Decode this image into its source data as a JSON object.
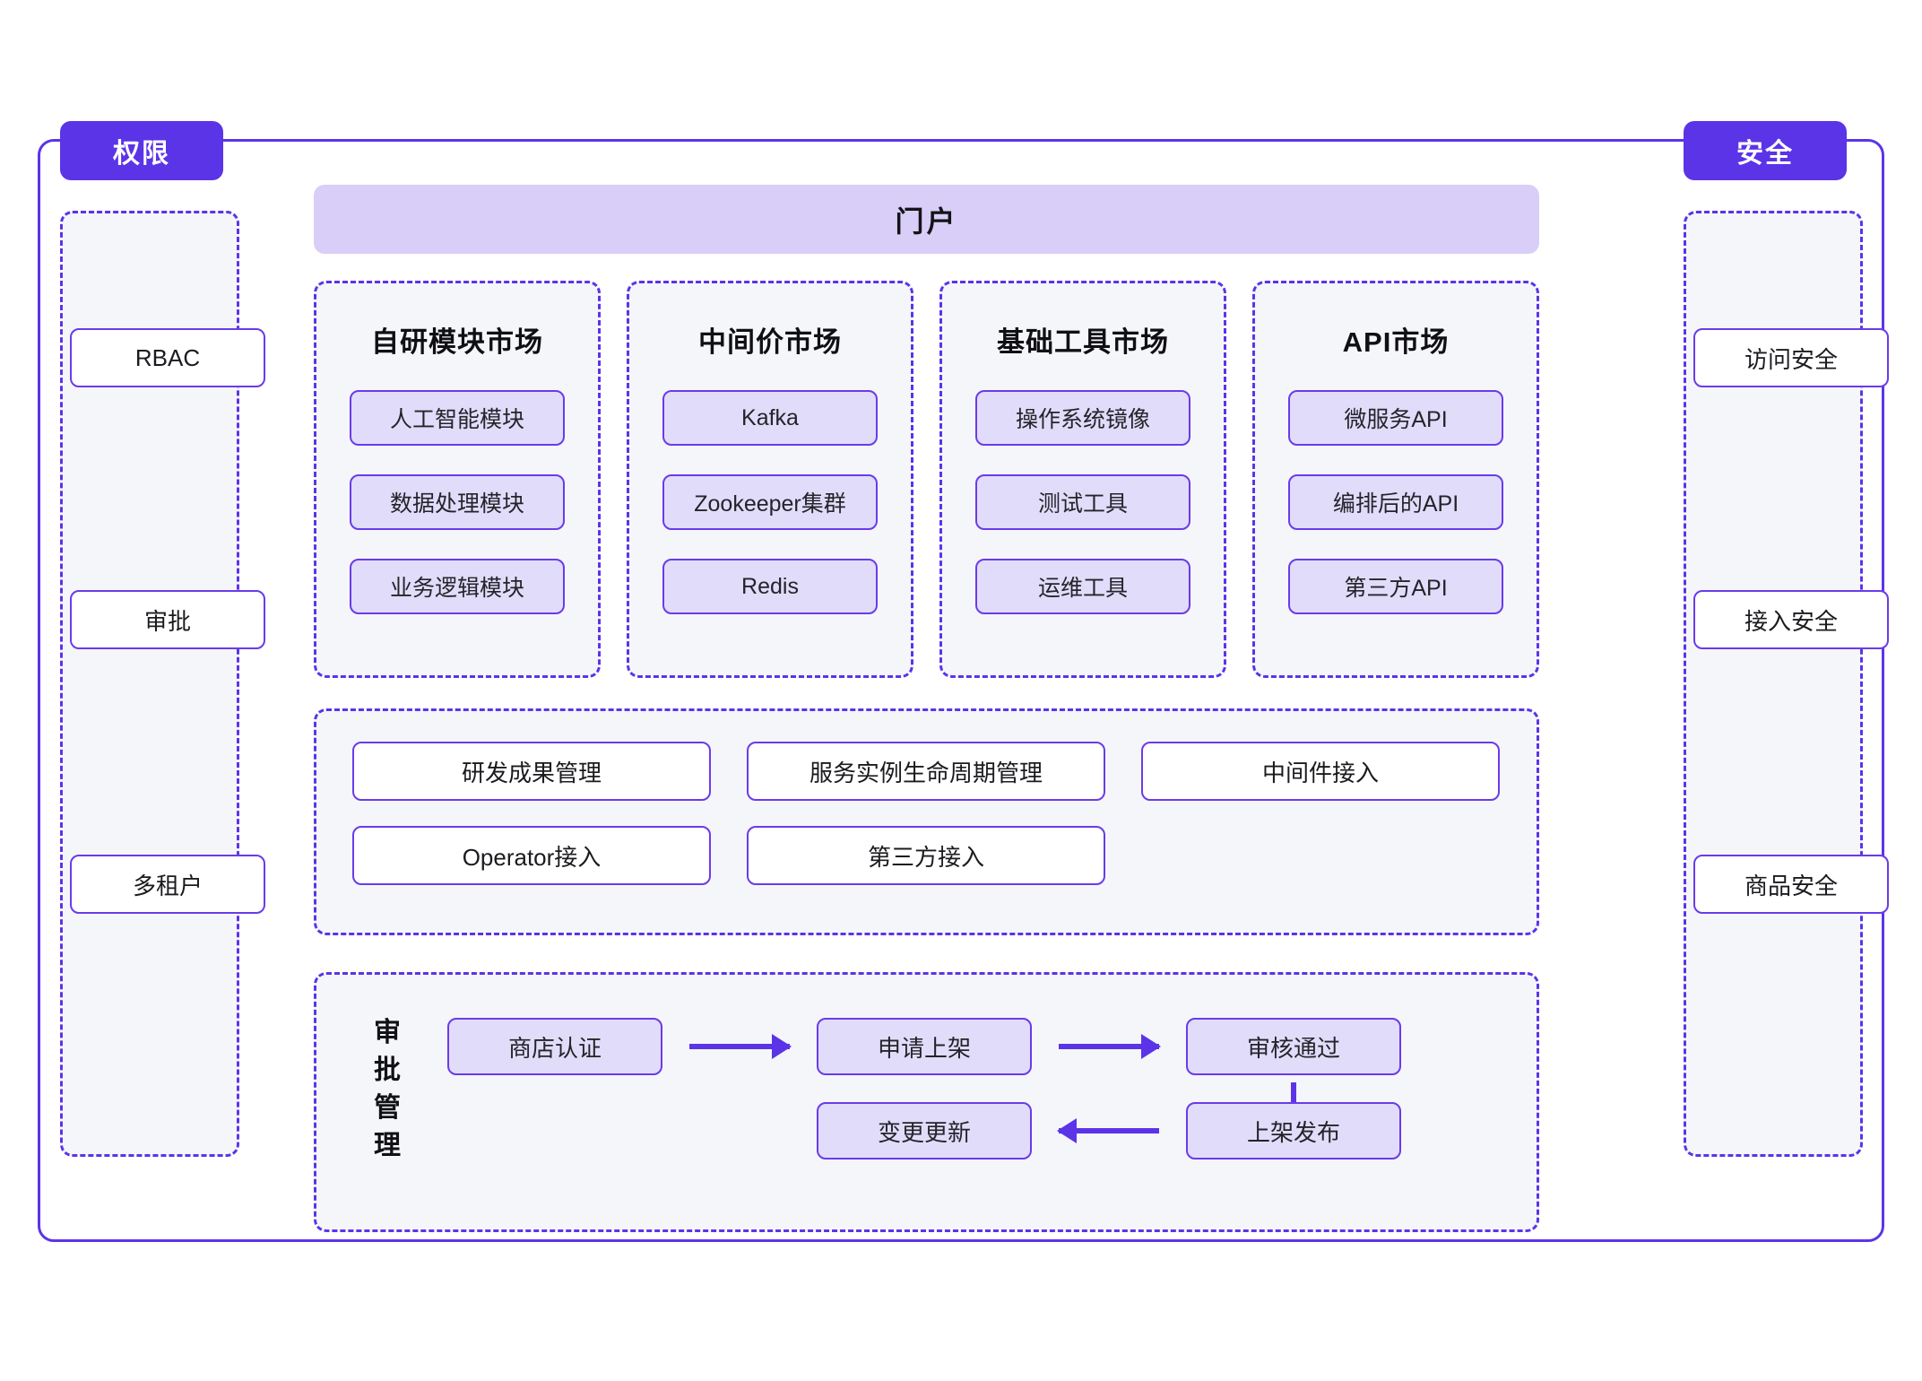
{
  "left_column": {
    "badge": "权限",
    "items": [
      {
        "label": "RBAC"
      },
      {
        "label": "审批"
      },
      {
        "label": "多租户"
      }
    ]
  },
  "right_column": {
    "badge": "安全",
    "items": [
      {
        "label": "访问安全"
      },
      {
        "label": "接入安全"
      },
      {
        "label": "商品安全"
      }
    ]
  },
  "portal": {
    "title": "门户"
  },
  "markets": [
    {
      "title": "自研模块市场",
      "items": [
        "人工智能模块",
        "数据处理模块",
        "业务逻辑模块"
      ]
    },
    {
      "title": "中间价市场",
      "items": [
        "Kafka",
        "Zookeeper集群",
        "Redis"
      ]
    },
    {
      "title": "基础工具市场",
      "items": [
        "操作系统镜像",
        "测试工具",
        "运维工具"
      ]
    },
    {
      "title": "API市场",
      "items": [
        "微服务API",
        "编排后的API",
        "第三方API"
      ]
    }
  ],
  "capabilities": {
    "row1": [
      "研发成果管理",
      "服务实例生命周期管理",
      "中间件接入"
    ],
    "row2": [
      "Operator接入",
      "第三方接入"
    ]
  },
  "approval": {
    "label_chars": [
      "审",
      "批",
      "管",
      "理"
    ],
    "nodes": {
      "n1": "商店认证",
      "n2": "申请上架",
      "n3": "审核通过",
      "n4": "上架发布",
      "n5": "变更更新"
    }
  },
  "colors": {
    "accent": "#5B34E8",
    "accent_border": "#6A3BEA",
    "panel_bg": "#F5F6FA",
    "lavender_fill": "#E2DCFB",
    "header_fill": "#D8CEF8"
  }
}
